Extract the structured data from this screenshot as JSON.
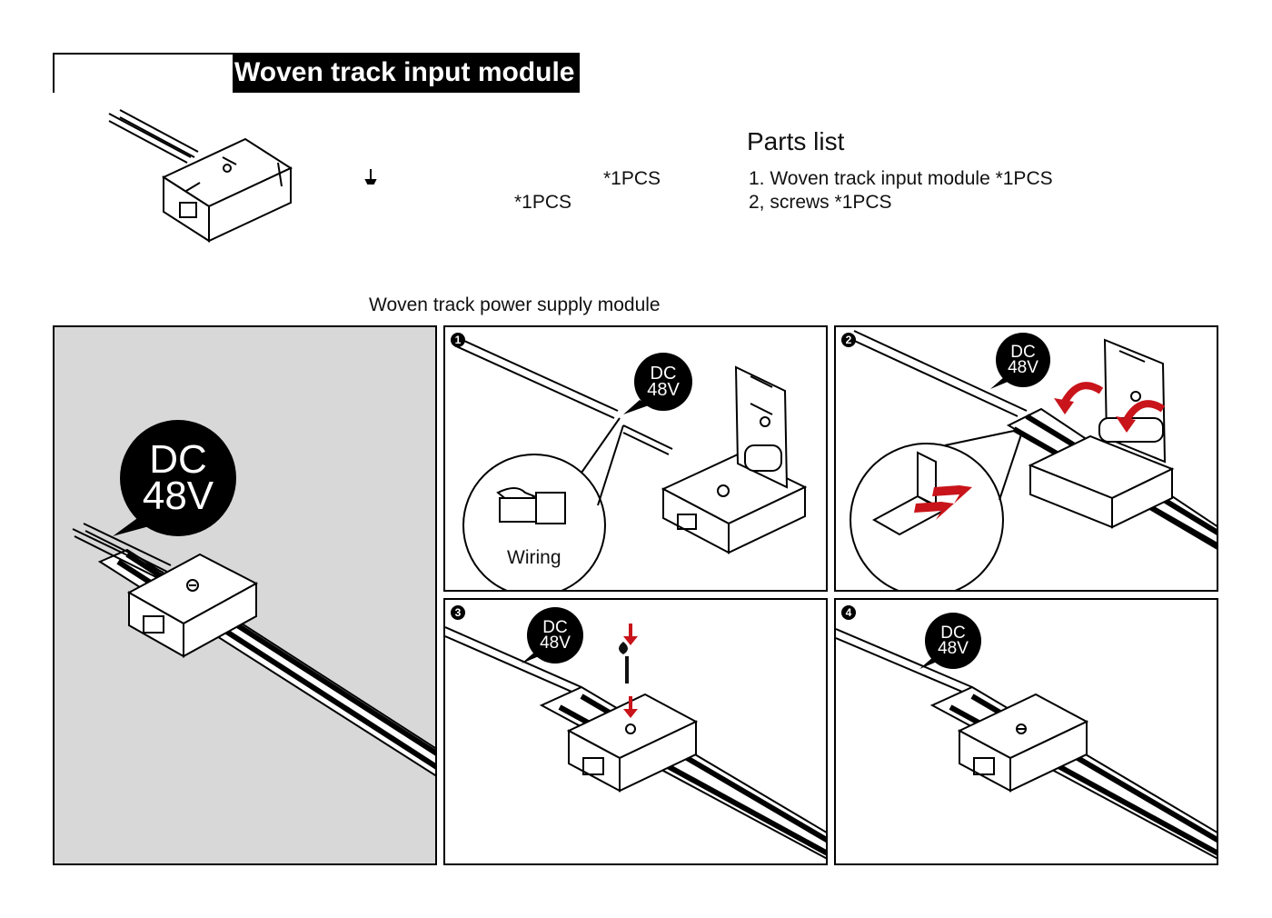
{
  "header": {
    "title": "Woven track input module"
  },
  "product_pcs": {
    "screw_pcs": "*1PCS",
    "module_pcs": "*1PCS"
  },
  "parts_list": {
    "title": "Parts list",
    "items": [
      "1. Woven track input module *1PCS",
      "2, screws *1PCS"
    ]
  },
  "section_label": "Woven track power supply module",
  "main_bubble": {
    "line1": "DC",
    "line2": "48V"
  },
  "steps": [
    {
      "number": "1",
      "bubble_line1": "DC",
      "bubble_line2": "48V",
      "callout": "Wiring"
    },
    {
      "number": "2",
      "bubble_line1": "DC",
      "bubble_line2": "48V"
    },
    {
      "number": "3",
      "bubble_line1": "DC",
      "bubble_line2": "48V"
    },
    {
      "number": "4",
      "bubble_line1": "DC",
      "bubble_line2": "48V"
    }
  ],
  "colors": {
    "accent_arrow": "#c8141a",
    "overview_bg": "#d8d8d8",
    "ink": "#000000"
  }
}
